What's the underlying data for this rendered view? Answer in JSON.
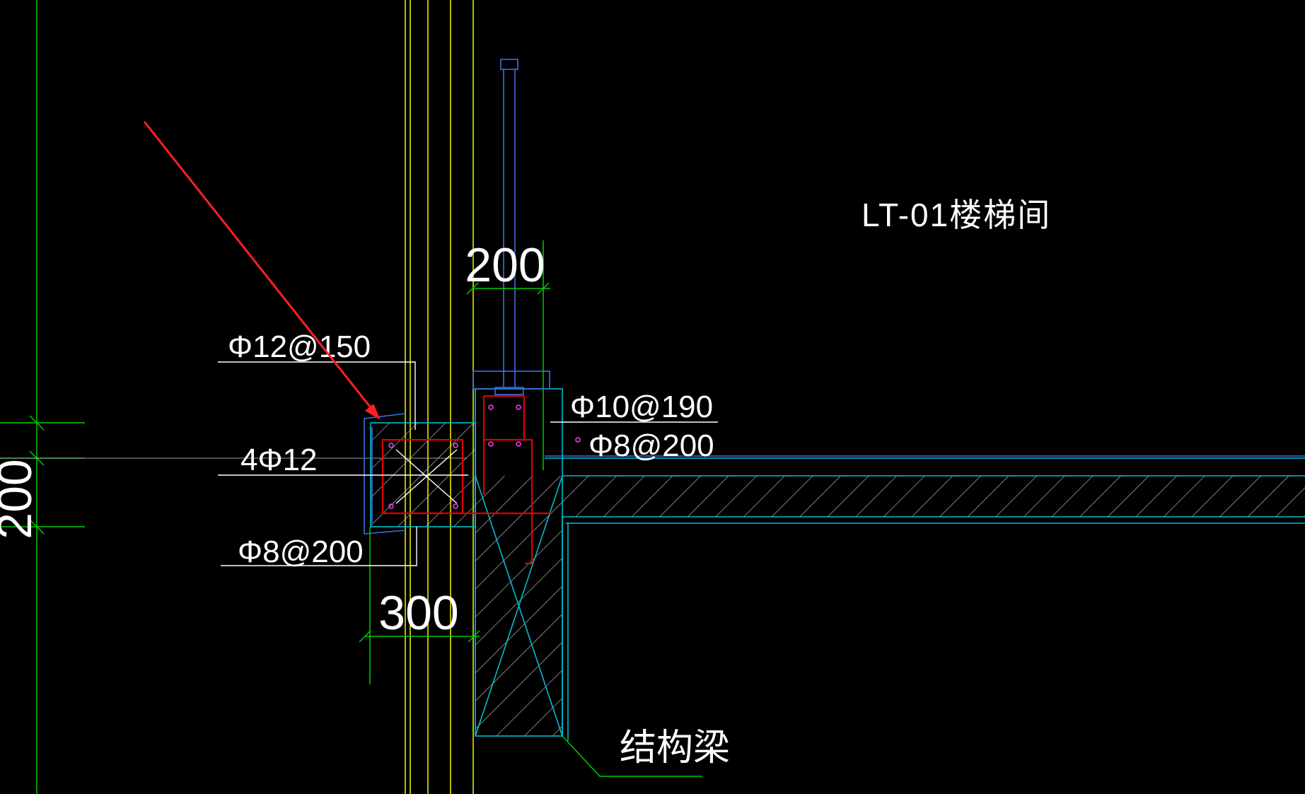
{
  "drawing": {
    "room_label": "LT-01楼梯间",
    "beam_label": "结构梁",
    "dimensions": {
      "top_width": "200",
      "bottom_width": "300",
      "left_vertical": "200"
    },
    "rebar_notes": {
      "top_bar": "Φ12@150",
      "main_bars": "4Φ12",
      "stirrup_left": "Φ8@200",
      "slab_top_bar": "Φ10@190",
      "slab_bottom_bar": "Φ8@200"
    },
    "colors": {
      "background": "#000000",
      "wall_yellow": "#e6e600",
      "dimension_green": "#00cc00",
      "concrete_cyan": "#00bfcf",
      "outline_blue": "#3a6fe8",
      "rebar_red": "#e00000",
      "pointer_arrow": "#ff2020",
      "text": "#ffffff"
    }
  }
}
